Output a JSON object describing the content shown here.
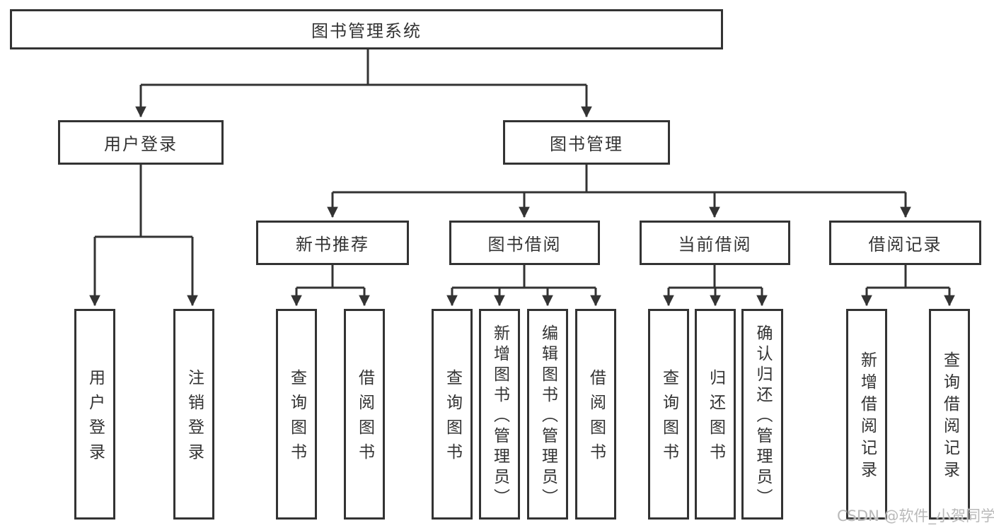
{
  "diagram": {
    "root": {
      "label": "图书管理系统"
    },
    "branches": {
      "user_login": {
        "label": "用户登录",
        "children": {
          "login": {
            "label": "用户登录"
          },
          "logout": {
            "label": "注销登录"
          }
        }
      },
      "book_mgmt": {
        "label": "图书管理",
        "children": {
          "new_book_rec": {
            "label": "新书推荐",
            "children": {
              "query_books": {
                "label": "查询图书"
              },
              "borrow_books": {
                "label": "借阅图书"
              }
            }
          },
          "book_borrow": {
            "label": "图书借阅",
            "children": {
              "query_books": {
                "label": "查询图书"
              },
              "add_books": {
                "label": "新增图书（管理员）"
              },
              "edit_books": {
                "label": "编辑图书（管理员）"
              },
              "borrow_books": {
                "label": "借阅图书"
              }
            }
          },
          "current_borrow": {
            "label": "当前借阅",
            "children": {
              "query_books": {
                "label": "查询图书"
              },
              "return_books": {
                "label": "归还图书"
              },
              "confirm_return": {
                "label": "确认归还（管理员）"
              }
            }
          },
          "borrow_records": {
            "label": "借阅记录",
            "children": {
              "add_record": {
                "label": "新增借阅记录"
              },
              "query_record": {
                "label": "查询借阅记录"
              }
            }
          }
        }
      }
    }
  },
  "watermark": {
    "text": "CSDN @软件_小贺同学"
  },
  "colors": {
    "line": "#333333",
    "border": "#333333",
    "text": "#333333",
    "watermark_text": "#b9b9b9",
    "background": "#ffffff"
  }
}
